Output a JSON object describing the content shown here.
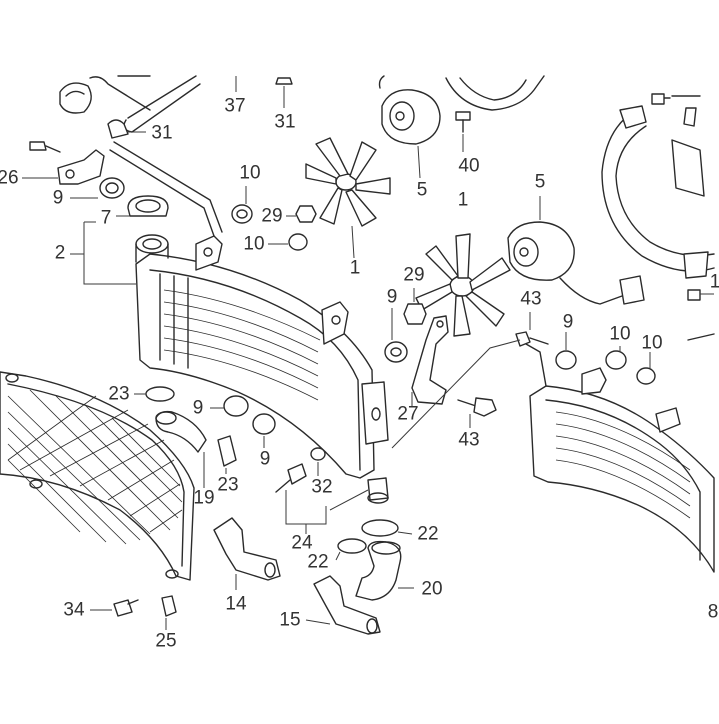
{
  "callouts": [
    {
      "id": "c37",
      "text": "37"
    },
    {
      "id": "c31a",
      "text": "31"
    },
    {
      "id": "c31b",
      "text": "31"
    },
    {
      "id": "c26",
      "text": "26"
    },
    {
      "id": "c9a",
      "text": "9"
    },
    {
      "id": "c7",
      "text": "7"
    },
    {
      "id": "c2",
      "text": "2"
    },
    {
      "id": "c10a",
      "text": "10"
    },
    {
      "id": "c29a",
      "text": "29"
    },
    {
      "id": "c10b",
      "text": "10"
    },
    {
      "id": "c1a",
      "text": "1"
    },
    {
      "id": "c5a",
      "text": "5"
    },
    {
      "id": "c40",
      "text": "40"
    },
    {
      "id": "c5b",
      "text": "5"
    },
    {
      "id": "c1b",
      "text": "1"
    },
    {
      "id": "c29b",
      "text": "29"
    },
    {
      "id": "c9b",
      "text": "9"
    },
    {
      "id": "c43a",
      "text": "43"
    },
    {
      "id": "c9c",
      "text": "9"
    },
    {
      "id": "c10c",
      "text": "10"
    },
    {
      "id": "c10d",
      "text": "10"
    },
    {
      "id": "c23a",
      "text": "23"
    },
    {
      "id": "c9d",
      "text": "9"
    },
    {
      "id": "c27",
      "text": "27"
    },
    {
      "id": "c43b",
      "text": "43"
    },
    {
      "id": "c9e",
      "text": "9"
    },
    {
      "id": "c23b",
      "text": "23"
    },
    {
      "id": "c19",
      "text": "19"
    },
    {
      "id": "c32",
      "text": "32"
    },
    {
      "id": "c24",
      "text": "24"
    },
    {
      "id": "c22a",
      "text": "22"
    },
    {
      "id": "c22b",
      "text": "22"
    },
    {
      "id": "c20",
      "text": "20"
    },
    {
      "id": "c14",
      "text": "14"
    },
    {
      "id": "c15",
      "text": "15"
    },
    {
      "id": "c34",
      "text": "34"
    },
    {
      "id": "c25",
      "text": "25"
    },
    {
      "id": "c8",
      "text": "8"
    },
    {
      "id": "c1r",
      "text": "1"
    }
  ]
}
